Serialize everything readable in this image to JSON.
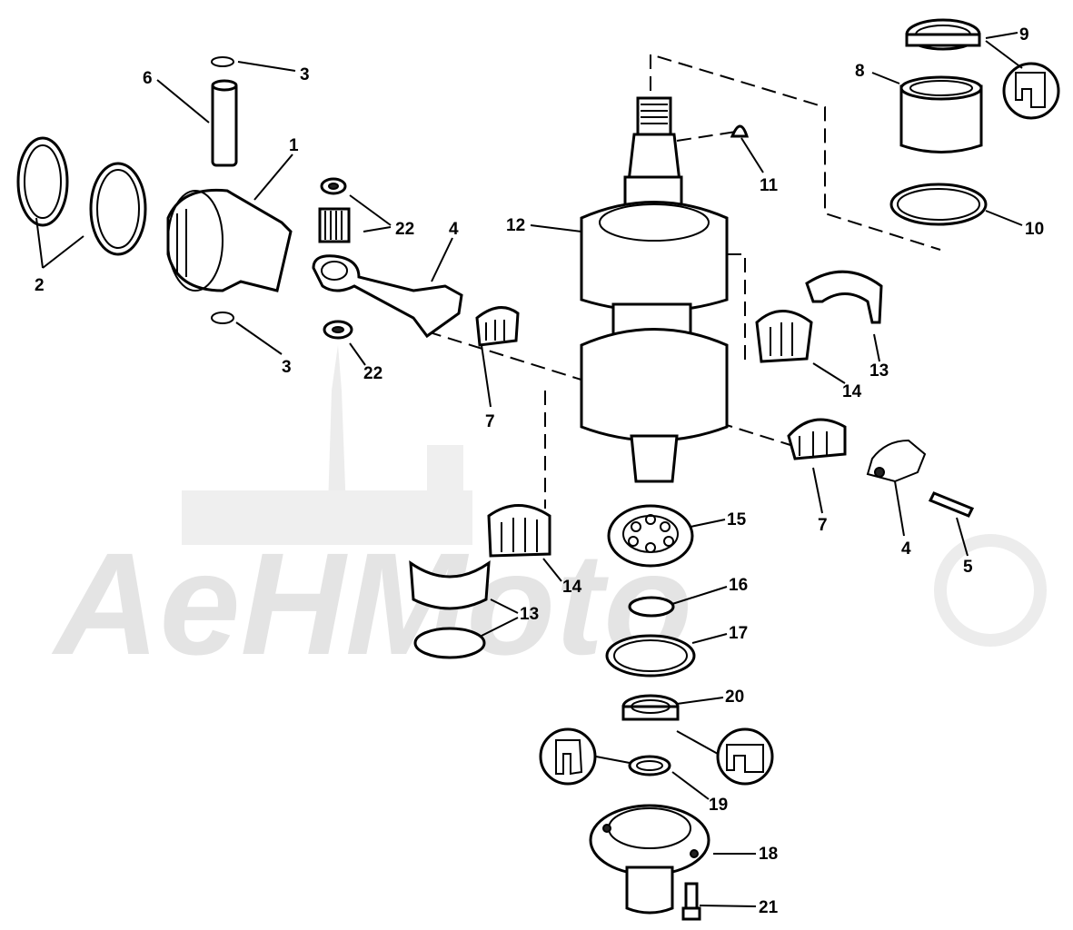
{
  "watermark": {
    "text": "AeHMoto"
  },
  "callouts": [
    {
      "id": "c1",
      "text": "1"
    },
    {
      "id": "c2",
      "text": "2"
    },
    {
      "id": "c3a",
      "text": "3"
    },
    {
      "id": "c3b",
      "text": "3"
    },
    {
      "id": "c4a",
      "text": "4"
    },
    {
      "id": "c4b",
      "text": "4"
    },
    {
      "id": "c5",
      "text": "5"
    },
    {
      "id": "c6",
      "text": "6"
    },
    {
      "id": "c7a",
      "text": "7"
    },
    {
      "id": "c7b",
      "text": "7"
    },
    {
      "id": "c8",
      "text": "8"
    },
    {
      "id": "c9",
      "text": "9"
    },
    {
      "id": "c10",
      "text": "10"
    },
    {
      "id": "c11",
      "text": "11"
    },
    {
      "id": "c12",
      "text": "12"
    },
    {
      "id": "c13a",
      "text": "13"
    },
    {
      "id": "c13b",
      "text": "13"
    },
    {
      "id": "c14a",
      "text": "14"
    },
    {
      "id": "c14b",
      "text": "14"
    },
    {
      "id": "c15",
      "text": "15"
    },
    {
      "id": "c16",
      "text": "16"
    },
    {
      "id": "c17",
      "text": "17"
    },
    {
      "id": "c18",
      "text": "18"
    },
    {
      "id": "c19",
      "text": "19"
    },
    {
      "id": "c20",
      "text": "20"
    },
    {
      "id": "c21",
      "text": "21"
    },
    {
      "id": "c22a",
      "text": "22"
    },
    {
      "id": "c22b",
      "text": "22"
    }
  ]
}
